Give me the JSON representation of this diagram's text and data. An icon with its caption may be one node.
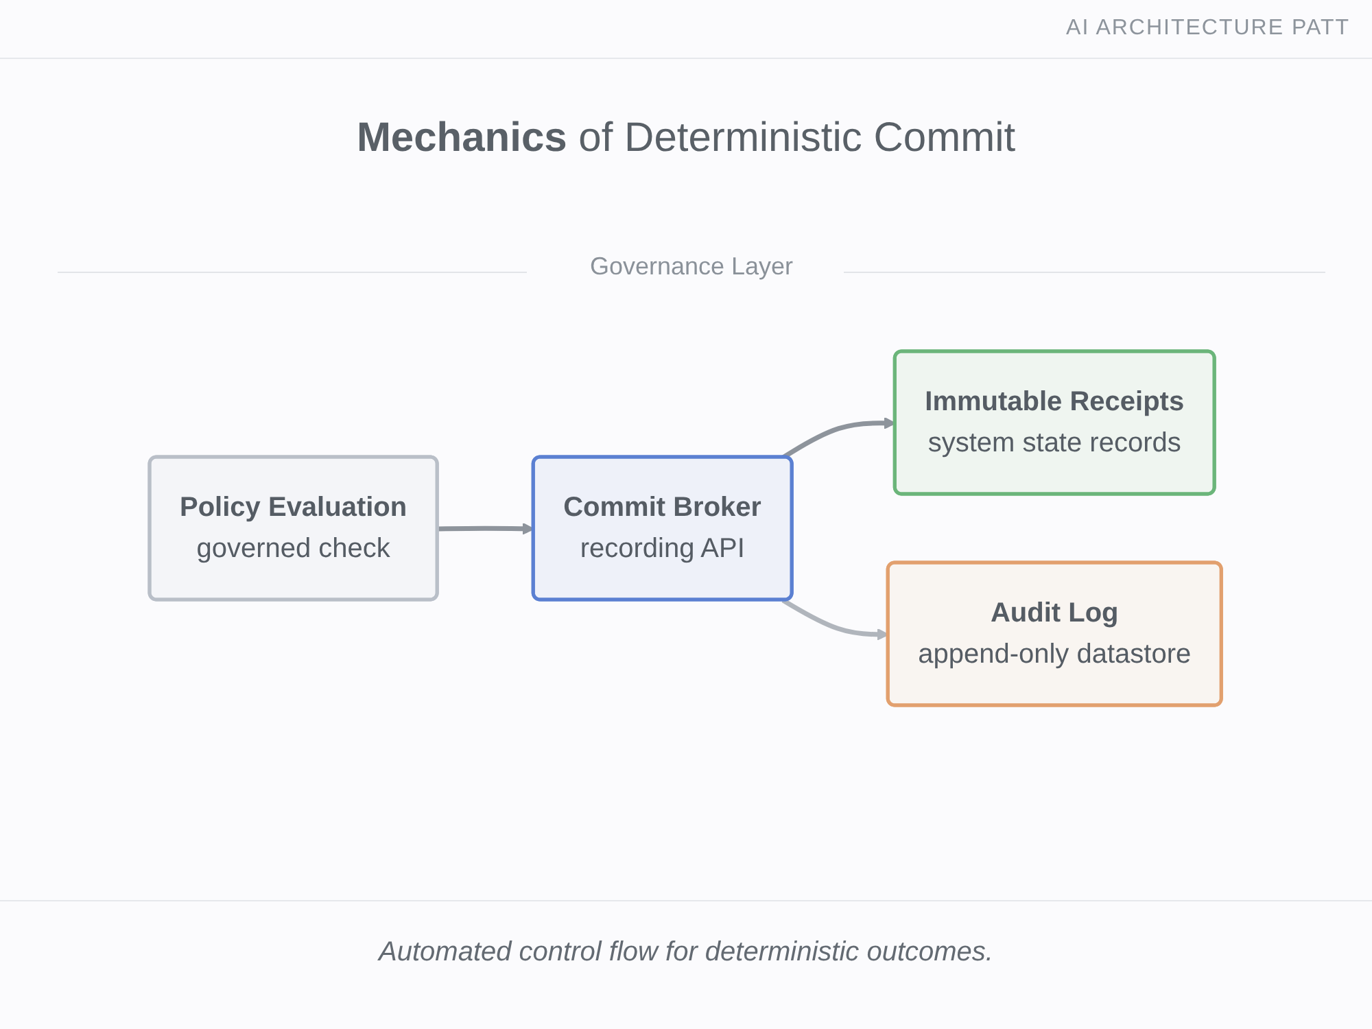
{
  "diagram": {
    "title": "**Mechanics** of Deterministic Commit",
    "nodes": [
      {
        "text": [
          "Policy Evaluation",
          "governed check"
        ]
      },
      {
        "text": [
          "Commit Broker",
          "recording API"
        ]
      },
      {
        "text": [
          "Immutable Receipts",
          "system state records"
        ]
      },
      {
        "text": [
          "Audit Log",
          "append-only datastore"
        ]
      }
    ],
    "edges": [
      {
        "from": 0,
        "to": 1,
        "arrow": "to"
      },
      {
        "from": 1,
        "to": 2,
        "arrow": "to"
      },
      {
        "from": 1,
        "to": 3,
        "arrow": "to",
        "color": "#b0b5bc"
      }
    ],
    "labels": [
      "AI ARCHITECTURE PATT",
      "Governance Layer"
    ],
    "caption": "Automated control flow for deterministic outcomes."
  }
}
